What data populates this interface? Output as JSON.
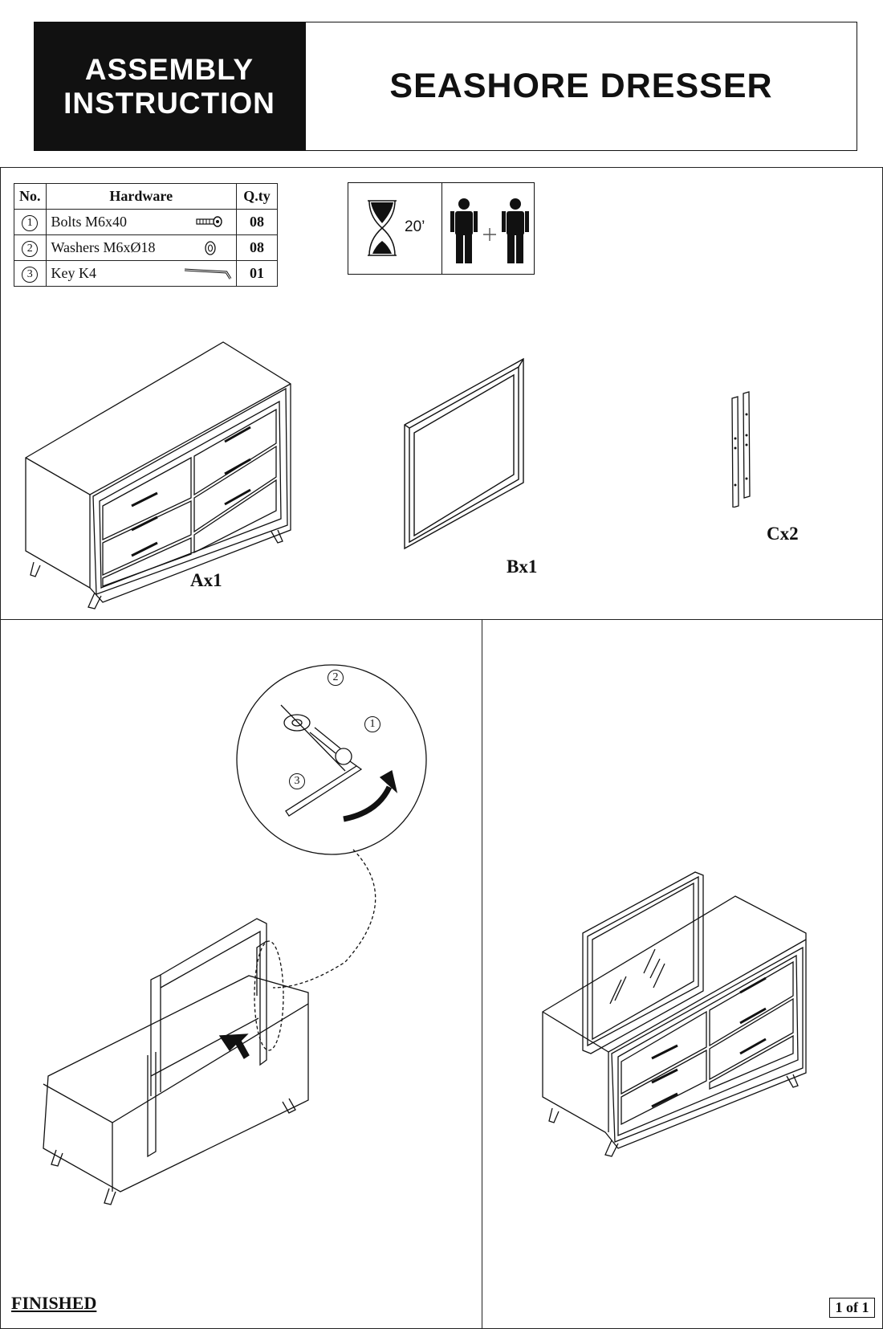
{
  "header": {
    "banner_line1": "ASSEMBLY",
    "banner_line2": "INSTRUCTION",
    "product_title": "SEASHORE DRESSER"
  },
  "hardware_table": {
    "columns": [
      "No.",
      "Hardware",
      "Q.ty"
    ],
    "rows": [
      {
        "no": "1",
        "name": "Bolts M6x40",
        "qty": "08",
        "icon": "bolt-icon"
      },
      {
        "no": "2",
        "name": "Washers M6xØ18",
        "qty": "08",
        "icon": "washer-icon"
      },
      {
        "no": "3",
        "name": "Key K4",
        "qty": "01",
        "icon": "hex-key-icon"
      }
    ]
  },
  "assembly_info": {
    "time": "20’",
    "time_icon": "hourglass-icon",
    "people_icon": "two-people-icon"
  },
  "parts": [
    {
      "label": "Ax1",
      "icon": "dresser-icon"
    },
    {
      "label": "Bx1",
      "icon": "mirror-frame-icon"
    },
    {
      "label": "Cx2",
      "icon": "support-bracket-icon"
    }
  ],
  "detail_callouts": [
    "2",
    "1",
    "3"
  ],
  "footer": {
    "finished_label": "FINISHED",
    "page_indicator": "1 of 1"
  }
}
